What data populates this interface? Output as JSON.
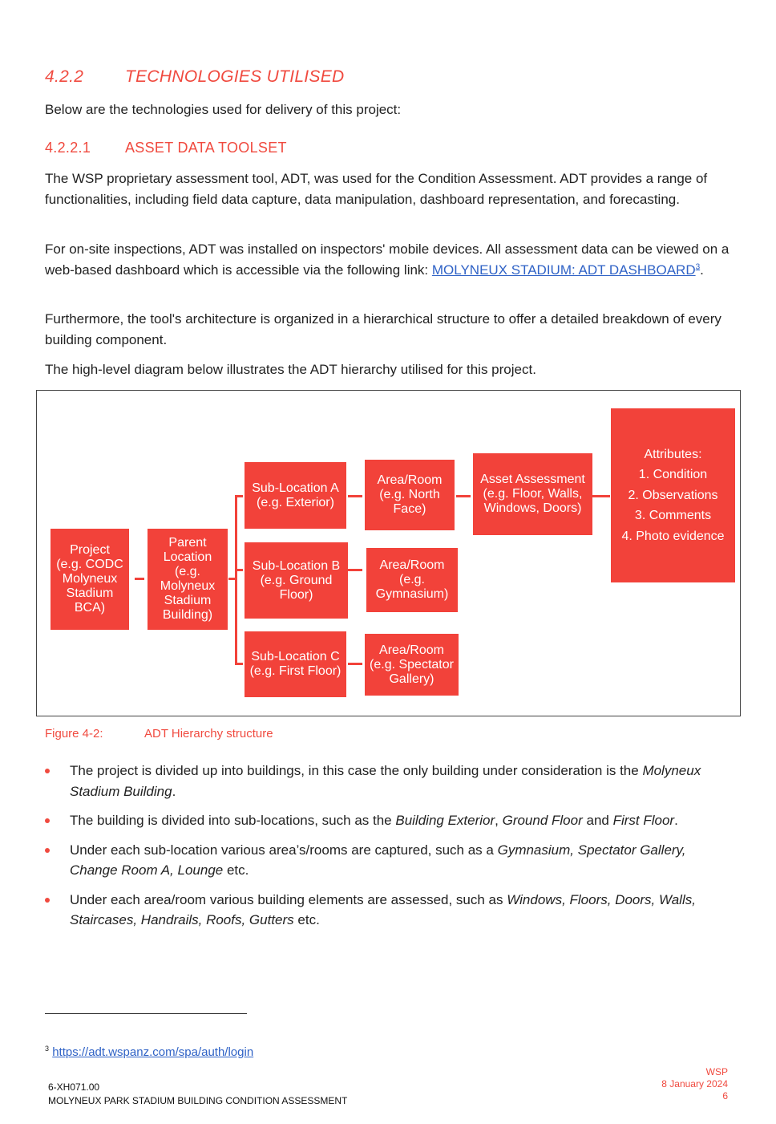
{
  "heading": {
    "number": "4.2.2",
    "title": "TECHNOLOGIES UTILISED"
  },
  "intro": "Below are the technologies used for delivery of this project:",
  "subheading": {
    "number": "4.2.2.1",
    "title": "ASSET DATA TOOLSET"
  },
  "para1": "The WSP proprietary assessment tool, ADT, was used for the Condition Assessment. ADT provides a range of functionalities, including field data capture, data manipulation, dashboard representation, and forecasting.",
  "para2_text": "For on-site inspections, ADT was installed on inspectors' mobile devices. All assessment data can be viewed on a web-based dashboard which is accessible via the following link: ",
  "para2_link": "MOLYNEUX STADIUM: ADT DASHBOARD",
  "para2_sup": "3",
  "para2_end": ".",
  "para3": "Furthermore, the tool's architecture is organized in a hierarchical structure to offer a detailed breakdown of every building component.",
  "para4": "The high-level diagram below illustrates the ADT hierarchy utilised for this project.",
  "diagram": {
    "project": "Project\n(e.g. CODC\nMolyneux\nStadium\nBCA)",
    "parent": "Parent\nLocation\n(e.g.\nMolyneux\nStadium\nBuilding)",
    "sub_a": "Sub-Location A\n(e.g. Exterior)",
    "sub_b": "Sub-Location B\n(e.g. Ground\nFloor)",
    "sub_c": "Sub-Location C\n(e.g. First Floor)",
    "area_a": "Area/Room\n(e.g. North\nFace)",
    "area_b": "Area/Room\n(e.g.\nGymnasium)",
    "area_c": "Area/Room\n(e.g. Spectator\nGallery)",
    "asset": "Asset Assessment\n(e.g. Floor, Walls,\nWindows, Doors)",
    "attributes": "Attributes:\n1. Condition\n2. Observations\n3. Comments\n4. Photo evidence"
  },
  "caption": {
    "number": "Figure 4-2:",
    "title": "ADT Hierarchy structure"
  },
  "bullets": [
    {
      "pre": "The project is divided up into buildings, in this case the only building under consideration is the ",
      "it": "Molyneux Stadium Building",
      "post": "."
    },
    {
      "pre": "The building is divided into sub-locations, such as the ",
      "it1": "Building Exterior",
      "mid1": ", ",
      "it2": "Ground Floor",
      "mid2": " and ",
      "it3": "First Floor",
      "post": "."
    },
    {
      "pre": "Under each sub-location various area’s/rooms are captured, such as a ",
      "it": "Gymnasium, Spectator Gallery, Change Room A, Lounge",
      "post": " etc."
    },
    {
      "pre": "Under each area/room various building elements are assessed, such as ",
      "it": "Windows, Floors, Doors, Walls, Staircases, Handrails, Roofs, Gutters",
      "post": " etc."
    }
  ],
  "footnote": {
    "num": "3",
    "url": "https://adt.wspanz.com/spa/auth/login"
  },
  "footer": {
    "code": "6-XH071.00",
    "title": "MOLYNEUX PARK STADIUM BUILDING CONDITION ASSESSMENT",
    "company": "WSP",
    "date": "8 January 2024",
    "page": "6"
  }
}
